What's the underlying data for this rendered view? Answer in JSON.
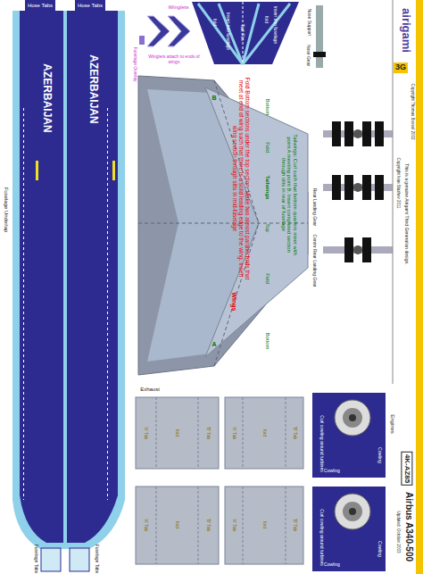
{
  "diagram": {
    "title": "Airbus A340-500",
    "labels": [
      "Hose Tabs",
      "Hose Tabs",
      "AZERBAIJAN",
      "AZERBAIJAN",
      "Fuselage Underlap",
      "Fuselage Tabs",
      "Fuselage Tabs",
      "Winglets",
      "Winglets attach to ends of wings",
      "Fuselage Overlay",
      "Tail Fin",
      "fold",
      "Insert into fuselage",
      "fold",
      "Insert into fuselage",
      "Nose Support",
      "Nose Gear",
      "airigami",
      "3G",
      "Copyright Thomas Boesel 2002",
      "This is a genuine Airigami Third Generation design.",
      "Copyright Ivan Blazhev 2011",
      "Rear Landing Gear",
      "Centre Rear Landing Gear",
      "4K-AZ85",
      "Updated: October 2003",
      "Fold Bottom sections under the top section. Make two almost parallel folds that meet at end of wing such that there is a solid leading edge to the wing. Insert wing section through slits in mid-fuselage",
      "Wings",
      "Tailwings: Curl such that bottom quarters meet with point A meeting point B. Insert completed section through slits in rear of fuselage",
      "Tailwings",
      "Top",
      "Bottom",
      "Bottom",
      "Fold",
      "Fold",
      "A",
      "B",
      "Exhaust",
      "'A' Tab",
      "fold",
      "'B' Tab",
      "'A' Tab",
      "fold",
      "'B' Tab",
      "'A' Tab",
      "fold",
      "'B' Tab",
      "'A' Tab",
      "fold",
      "'B' Tab",
      "Engines",
      "Curl cowling around turbines",
      "Curl cowling around turbines",
      "Cowling",
      "Cowling",
      "Cowling",
      "Cowling"
    ]
  }
}
